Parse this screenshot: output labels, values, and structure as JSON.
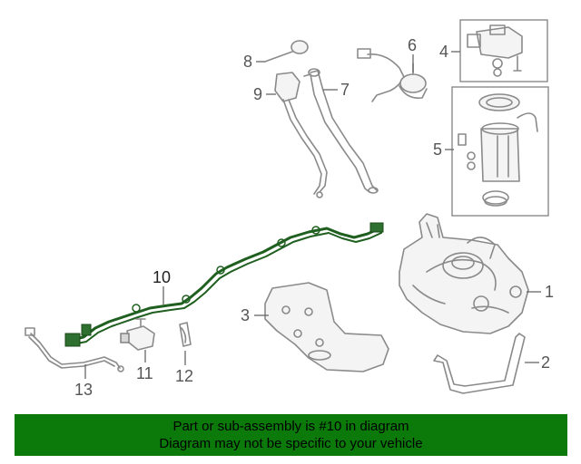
{
  "diagram": {
    "callouts": [
      "1",
      "2",
      "3",
      "4",
      "5",
      "6",
      "7",
      "8",
      "9",
      "10",
      "11",
      "12",
      "13"
    ],
    "highlight_color": "#1f5f1f",
    "part_color": "#8a8a8a"
  },
  "banner": {
    "line1": "Part or sub-assembly is #10 in diagram",
    "line2": "Diagram may not be specific to your vehicle",
    "background": "#0b7a0b"
  }
}
